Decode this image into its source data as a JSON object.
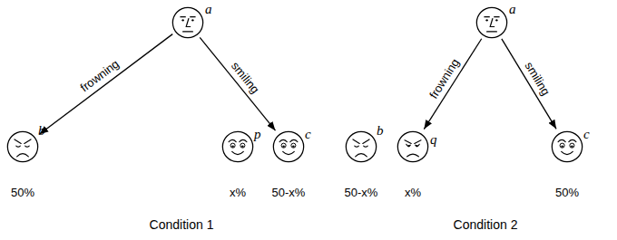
{
  "diagram": {
    "nodes": [
      {
        "text": [
          "a"
        ]
      },
      {
        "text": [
          "b"
        ]
      },
      {
        "text": [
          "p"
        ]
      },
      {
        "text": [
          "c"
        ]
      },
      {
        "text": [
          "a"
        ]
      },
      {
        "text": [
          "b"
        ]
      },
      {
        "text": [
          "q"
        ]
      },
      {
        "text": [
          "c"
        ]
      }
    ],
    "edges": [
      {
        "from": 0,
        "to": 1,
        "label": "frowning",
        "arrow": "to"
      },
      {
        "from": 0,
        "to": 3,
        "label": "smiling",
        "arrow": "to"
      },
      {
        "from": 4,
        "to": 6,
        "label": "frowning",
        "arrow": "to"
      },
      {
        "from": 4,
        "to": 7,
        "label": "smiling",
        "arrow": "to"
      }
    ],
    "labels": [
      "50%",
      "x%",
      "50-x%",
      "Condition 1",
      "50-x%",
      "x%",
      "50%",
      "Condition 2"
    ]
  }
}
